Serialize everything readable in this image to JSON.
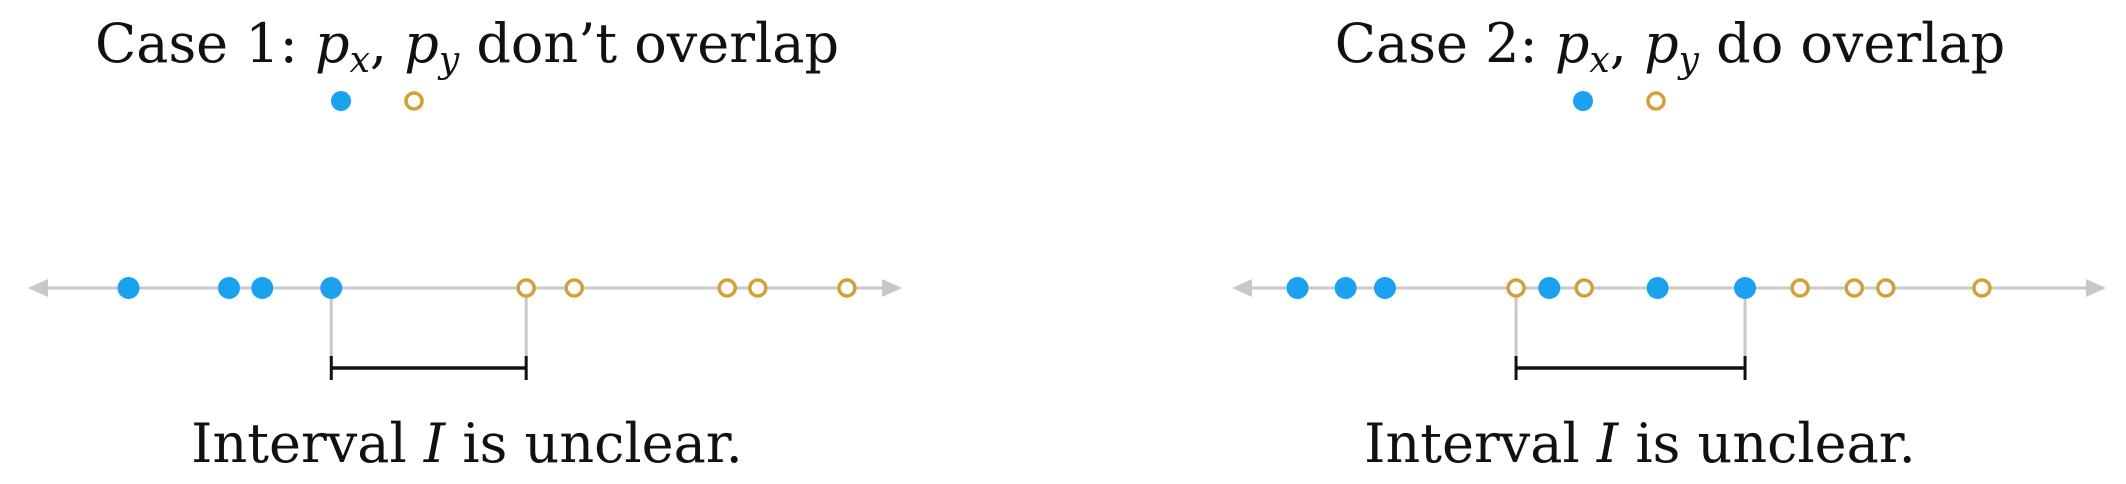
{
  "colors": {
    "x_point": "#1aa1f0",
    "y_point": "#d4a03a",
    "axis": "#c8c8c8",
    "bracket": "#111111",
    "text": "#111111"
  },
  "panels": [
    {
      "title_lead": "Case 1: ",
      "title_px": "p",
      "title_px_sub": "x",
      "title_comma": ", ",
      "title_py": "p",
      "title_py_sub": "y",
      "title_tail": " don’t overlap",
      "legend": {
        "x_marker": "filled",
        "y_marker": "hollow"
      },
      "caption_lead": "Interval ",
      "caption_var": "I",
      "caption_tail": " is unclear.",
      "x_points": [
        0.115,
        0.23,
        0.268,
        0.347
      ],
      "y_points": [
        0.57,
        0.625,
        0.8,
        0.835,
        0.937
      ],
      "bracket": [
        0.347,
        0.57
      ]
    },
    {
      "title_lead": "Case 2: ",
      "title_px": "p",
      "title_px_sub": "x",
      "title_comma": ", ",
      "title_py": "p",
      "title_py_sub": "y",
      "title_tail": " do overlap",
      "legend": {
        "x_marker": "filled",
        "y_marker": "hollow"
      },
      "caption_lead": "Interval ",
      "caption_var": "I",
      "caption_tail": " is unclear.",
      "x_points": [
        0.075,
        0.13,
        0.175,
        0.363,
        0.487,
        0.587
      ],
      "y_points": [
        0.325,
        0.403,
        0.65,
        0.712,
        0.748,
        0.858
      ],
      "bracket": [
        0.325,
        0.587
      ]
    }
  ]
}
